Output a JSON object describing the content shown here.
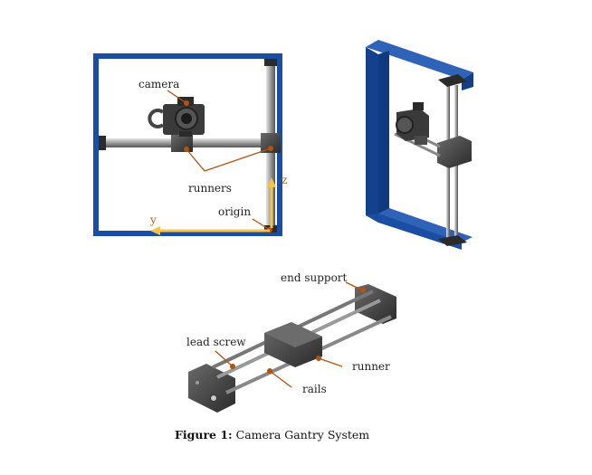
{
  "labels": {
    "camera": "camera",
    "runners": "runners",
    "origin": "origin",
    "axis_z": "z",
    "axis_y": "y",
    "end_support": "end support",
    "lead_screw": "lead screw",
    "runner": "runner",
    "rails": "rails"
  },
  "caption": {
    "prefix": "Figure 1:",
    "text": "Camera Gantry System"
  },
  "colors": {
    "frame_blue": "#1a4ea3",
    "leader_orange": "#b5520f",
    "axis_yellow": "#f5c24a"
  }
}
